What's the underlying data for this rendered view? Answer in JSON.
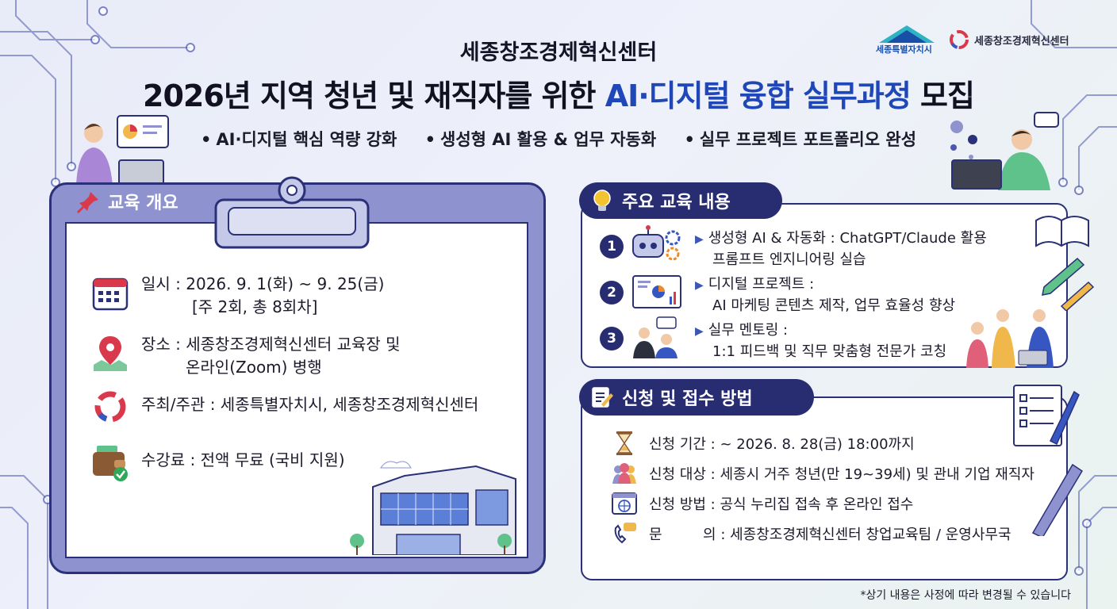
{
  "header": {
    "org": "세종창조경제혁신센터",
    "title_prefix": "2026년 지역 청년 및 재직자를 위한 ",
    "title_highlight": "AI·디지털 융합 실무과정",
    "title_suffix": " 모집",
    "bullets": [
      "AI·디지털 핵심 역량 강화",
      "생성형 AI 활용 & 업무 자동화",
      "실무 프로젝트 포트폴리오 완성"
    ]
  },
  "logos": {
    "sejong_city": "세종특별자치시",
    "center": "세종창조경제혁신센터"
  },
  "overview": {
    "title": "교육 개요",
    "schedule_line1": "일시 : 2026. 9. 1(화) ~ 9. 25(금)",
    "schedule_line2": "[주 2회, 총 8회차]",
    "place_line1": "장소 : 세종창조경제혁신센터 교육장 및",
    "place_line2": "온라인(Zoom) 병행",
    "host": "주최/주관 : 세종특별자치시, 세종창조경제혁신센터",
    "fee": "수강료 : 전액 무료 (국비 지원)"
  },
  "content": {
    "title": "주요 교육 내용",
    "items": [
      {
        "num": "1",
        "line1": "생성형 AI & 자동화 : ChatGPT/Claude 활용",
        "line2": "프롬프트 엔지니어링 실습"
      },
      {
        "num": "2",
        "line1": "디지털 프로젝트 :",
        "line2": "AI 마케팅 콘텐츠 제작, 업무 효율성 향상"
      },
      {
        "num": "3",
        "line1": "실무 멘토링 :",
        "line2": "1:1 피드백 및 직무 맞춤형 전문가 코칭"
      }
    ]
  },
  "apply": {
    "title": "신청 및 접수 방법",
    "period": "신청 기간 : ~ 2026. 8. 28(금) 18:00까지",
    "target": "신청 대상 : 세종시 거주 청년(만 19~39세) 및 관내 기업 재직자",
    "method": "신청 방법 : 공식 누리집 접속 후 온라인 접수",
    "contact": "문         의 : 세종창조경제혁신센터 창업교육팀 / 운영사무국"
  },
  "footnote": "*상기 내용은 사정에 따라 변경될 수 있습니다",
  "colors": {
    "navy": "#272d70",
    "highlight": "#1f47b8",
    "panel_purple": "#8e93cf"
  }
}
